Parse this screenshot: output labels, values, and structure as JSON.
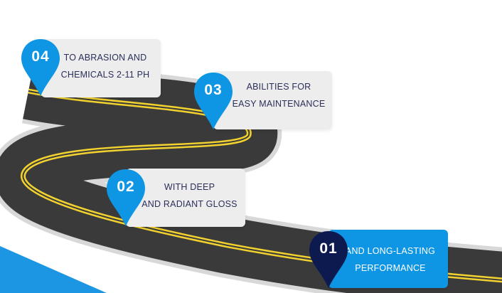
{
  "colors": {
    "pin_blue": "#0e95e3",
    "pin_navy": "#0d1a4f",
    "card_grey": "#ededed",
    "card_active": "#0e95e3",
    "text_navy": "#2b2f5a",
    "road_asphalt": "#3a3a3a",
    "road_line": "#f2d22e"
  },
  "steps": [
    {
      "number": "04",
      "line1": "TO ABRASION AND",
      "line2": "CHEMICALS 2-11 PH"
    },
    {
      "number": "03",
      "line1": "ABILITIES FOR",
      "line2": "EASY MAINTENANCE"
    },
    {
      "number": "02",
      "line1": "WITH DEEP",
      "line2": "AND RADIANT GLOSS"
    },
    {
      "number": "01",
      "line1": "AND LONG-LASTING",
      "line2": "PERFORMANCE"
    }
  ]
}
